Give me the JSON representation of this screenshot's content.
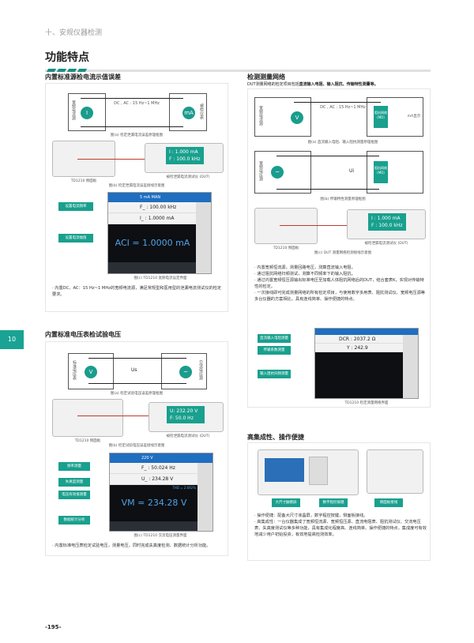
{
  "chapter": "十、安规仪器检测",
  "title": "功能特点",
  "side_tab": "10",
  "page_number": "-195-",
  "sec1": {
    "heading": "内置标准源检电流示值误差",
    "dc_ac": "DC , AC : 15 Hz~1 MHz",
    "i_label": "I₀",
    "left_box": "宽频电流源",
    "right_box": "被检仪表",
    "ma": "mA",
    "cap_a": "图(a) 检定泄漏电流误差原理框图",
    "lcd1": "I : 1.000 mA",
    "lcd2": "F : 100.0 kHz",
    "dev_label": "TD1210 侧面板",
    "dut": "被检泄漏电流测试仪 (DUT)",
    "cap_b": "图(b) 检定泄漏电流误差接线示意图",
    "ui_head": "5 mA  MAN",
    "row1": "F_ :   100.00 kHz",
    "row2": "I_ :   1.0000 mA",
    "big": "ACI = 1.0000 mA",
    "tag1": "设置电流频率",
    "tag2": "设置电流幅值",
    "cap_c": "图(c) TD1210 宽频电流设定界面",
    "text": "· 内置DC、AC：15 Hz~1 MHz的宽频电流源，满足常规型和医用型的泄漏电流测试仪的检定要求。"
  },
  "sec2": {
    "heading": "内置标准电压表检试验电压",
    "left_box": "标准电压表",
    "right_box": "交流电压源",
    "us": "Us",
    "v": "V",
    "cap_a": "图(a) 检定试验电压误差原理框图",
    "lcd1": "U: 232.20 V",
    "lcd2": "F: 50.0 Hz",
    "dev_label": "TD1210 侧面板",
    "dut": "被检泄漏电流测试仪 (DUT)",
    "cap_b": "图(b) 检定试验电压误差接线示意图",
    "ui_head": "220 V",
    "row1": "F_ :   50.024 Hz",
    "row2": "U_ :   234.28 V",
    "thd": "THD = 2.692%",
    "big": "VM = 234.28 V",
    "tags": [
      "频率测量",
      "失真度测量",
      "电压有效值测量",
      "数据统计分析"
    ],
    "cap_c": "图(c) TD1210 交流电压测量界面",
    "text": "· 内置标准电压表检定试验电压，测量电压，同时完成失真度检测、数据统计分析功能。"
  },
  "sec3": {
    "heading": "检测测量网络",
    "subtitle_plain": "DUT测量网络的检定项目包括",
    "subtitle_bold": "直流输入电阻、输入阻抗、传输特性测量等。",
    "dc_ac": "DC , AC : 15 Hz~1 MHz",
    "box_left": "宽频电流源",
    "net": "阻抗网络(MD)",
    "ma": "mA显示",
    "ui_label": "Ui",
    "cap_a": "图(a) 直流输入电阻、输入阻抗测量原理框图",
    "left2": "宽频电压源",
    "cap_b": "图(b) 传输特性测量原理框图",
    "lcd1": "I : 1.000 mA",
    "lcd2": "F : 100.0 kHz",
    "dev_label": "TD1210 侧面板",
    "dut": "被检泄漏电流测试仪 (DUT)",
    "cap_c": "图(c) DUT 测量网络检测接线示意图",
    "bullets": [
      "· 内置宽频恒流源，测量回路电压，测算直流输入电阻。",
      "· 通过阻抗网络扫频测试，测算不同频率下的输入阻抗。",
      "· 通过内置宽频恒压源输出标准电压至加载人体阻抗网络后的DUT，结合套表K，实现对传输特性的检定。",
      "· 一次接线即可完成测量网络的所有检定项目，与使用数字多用表、阻抗测试仪、宽频电压源等多台仪器的方案相比，具有连线简单、操作便捷的特点。"
    ],
    "ui_dcr": "DCR :  2037.2 Ω",
    "ui_y": "Y :  242.9",
    "tags": [
      "直流输入电阻测量",
      "传输系数测量",
      "输入阻抗扫频测量"
    ],
    "cap_ui": "TD1210 检定测量网络界面"
  },
  "sec4": {
    "heading": "高集成性、操作便捷",
    "tags": [
      "大尺寸触摸屏",
      "数字程控按键",
      "侧面板接线"
    ],
    "bullets": [
      "· 操作便捷：配备大尺寸液晶屏，数字程控按键，侧面板接线。",
      "· 高集成性：一台仪器集成了宽频恒流源、宽频恒压源、直流电阻表、阻抗测试仪、交流电压表、失真度测试仪等多种功能，具有集成化程度高、连线简单、操作便捷的特点，集成度可有效地减少用户初始投资，有效地提高检测效率。"
    ]
  },
  "colors": {
    "accent": "#1a9c8c",
    "ui_blue": "#1f6ec0",
    "red": "#c0392b"
  }
}
